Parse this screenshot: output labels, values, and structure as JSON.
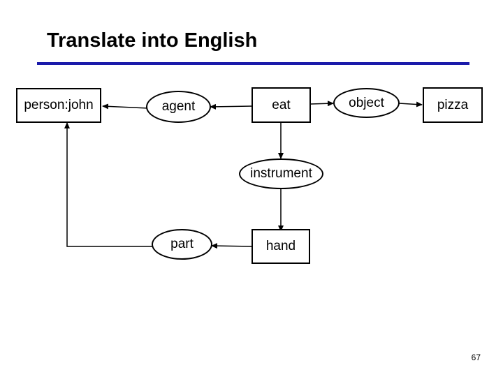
{
  "slide": {
    "title": "Translate into English",
    "page_number": "67"
  },
  "colors": {
    "rule": "#1a1aaa",
    "stroke": "#000000"
  },
  "diagram": {
    "nodes": {
      "person": "person:john",
      "agent": "agent",
      "eat": "eat",
      "object": "object",
      "pizza": "pizza",
      "instrument": "instrument",
      "part": "part",
      "hand": "hand"
    }
  }
}
